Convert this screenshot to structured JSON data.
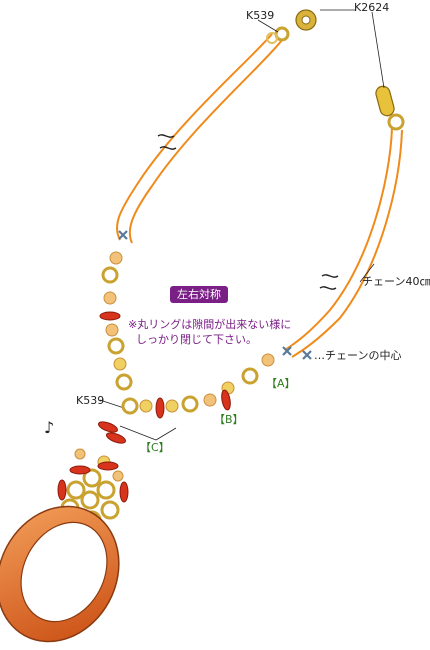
{
  "labels": {
    "k539_top": "K539",
    "k2624": "K2624",
    "chain": "チェーン40㎝",
    "center_mark": "…チェーンの中心",
    "symmetric": "左右対称",
    "note_line1": "※丸リングは隙間が出来ない様に",
    "note_line2": "しっかり閉じて下さい。",
    "point_a": "【A】",
    "point_b": "【B】",
    "point_c": "【C】",
    "k539_side": "K539",
    "music_note": "♪"
  },
  "colors": {
    "chain": "#f08a1a",
    "gold": "#d8b23a",
    "bead": "#f3c27a",
    "red": "#d8331c",
    "accent": "#7a1f86",
    "green": "#2e7d1f",
    "pendant": "#e86a24"
  },
  "icons": [
    "cross-icon",
    "break-mark-icon",
    "music-note-icon"
  ]
}
